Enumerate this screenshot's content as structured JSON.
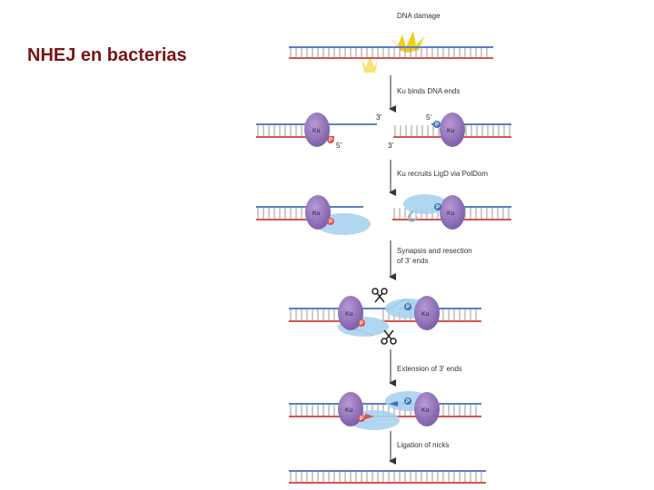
{
  "slide": {
    "title": "NHEJ en bacterias"
  },
  "steps": [
    "DNA damage",
    "Ku binds DNA ends",
    "Ku recruits LigD via PolDom",
    "Synapsis and resection",
    "of 3' ends",
    "Extension of 3' ends",
    "Ligation of nicks"
  ],
  "ku_label": "Ku",
  "phosphate_label": "P",
  "end_labels": {
    "three_prime_top": "3'",
    "five_prime_top": "5'",
    "five_prime_bottom": "5'",
    "three_prime_bottom": "3'"
  },
  "colors": {
    "title": "#7a1414",
    "top_strand": "#5b7fc4",
    "bottom_strand": "#d9534f",
    "ku": "#8b6bb3",
    "ligd": "#a9d3ee",
    "phosphate_red": "#d9534f",
    "phosphate_blue": "#3a74b9",
    "damage": "#f2c800"
  }
}
